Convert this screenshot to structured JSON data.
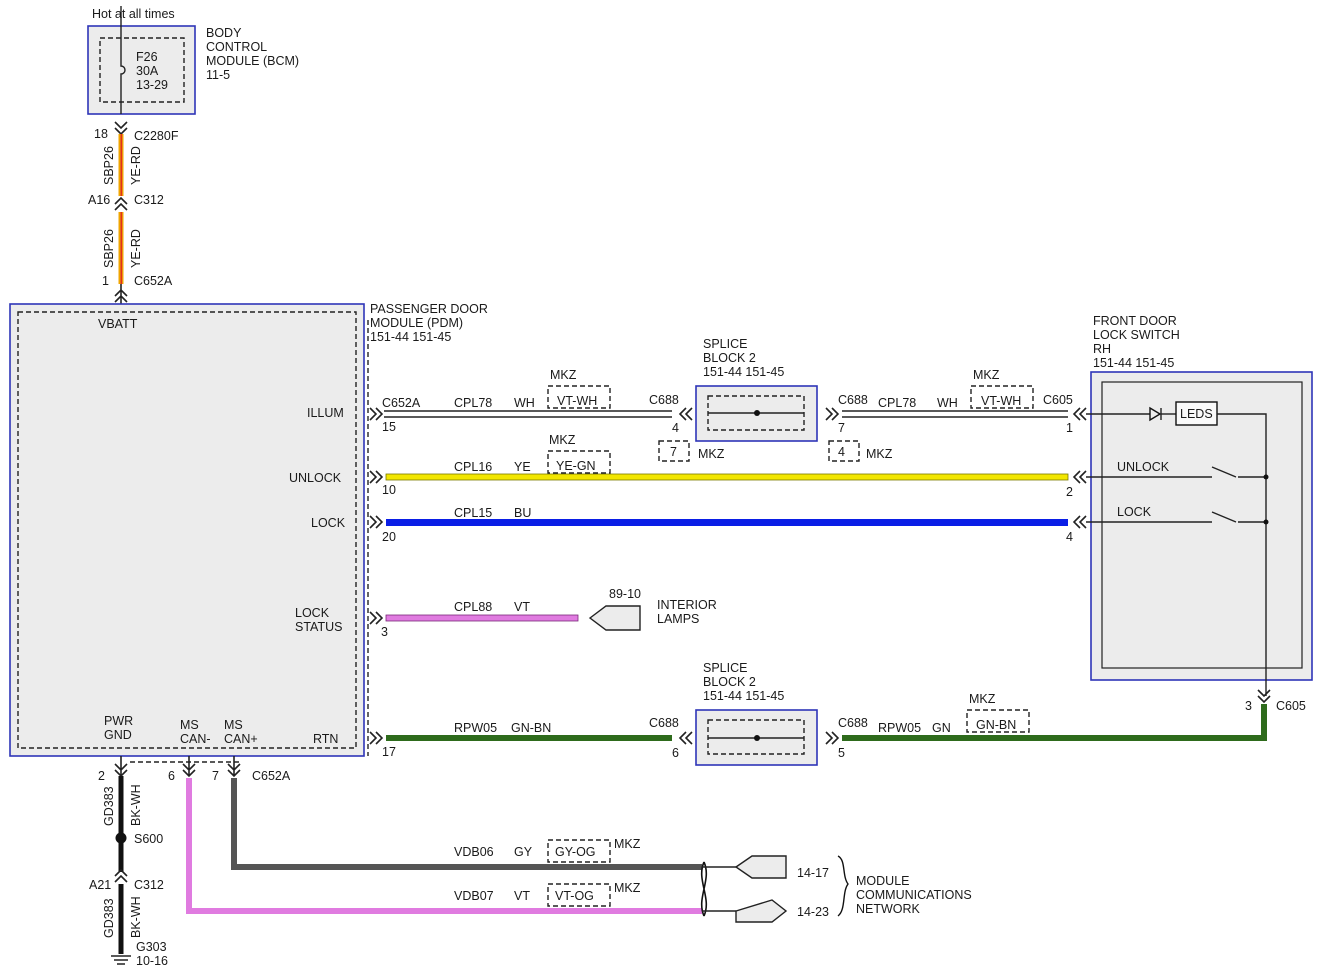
{
  "colors": {
    "module_border": "#2e35b8",
    "wire_yellow": "#f2e600",
    "wire_blue": "#0a1ee6",
    "wire_violet": "#e07be0",
    "wire_green": "#2e6b1c",
    "wire_gray": "#555555",
    "wire_black": "#111111",
    "wire_ye_rd_stripe": "#e0301e"
  },
  "bcm": {
    "supply": "Hot at all times",
    "fuse": [
      "F26",
      "30A",
      "13-29"
    ],
    "title": [
      "BODY",
      "CONTROL",
      "MODULE (BCM)",
      "11-5"
    ]
  },
  "power_feed": {
    "pin_top": "18",
    "conn_top": "C2280F",
    "seg1_circuit": "SBP26",
    "seg1_color": "YE-RD",
    "pin_mid": "A16",
    "conn_mid": "C312",
    "seg2_circuit": "SBP26",
    "seg2_color": "YE-RD",
    "pin_bot": "1",
    "conn_bot": "C652A"
  },
  "pdm": {
    "title": [
      "PASSENGER DOOR",
      "MODULE (PDM)",
      "151-44  151-45"
    ],
    "vbatt": "VBATT",
    "illum": "ILLUM",
    "unlock": "UNLOCK",
    "lock": "LOCK",
    "lock_status": [
      "LOCK",
      "STATUS"
    ],
    "pwr_gnd": [
      "PWR",
      "GND"
    ],
    "ms_can_minus": [
      "MS",
      "CAN-"
    ],
    "ms_can_plus": [
      "MS",
      "CAN+"
    ],
    "rtn": "RTN"
  },
  "illum_circuit": {
    "conn": "C652A",
    "pin": "15",
    "circuit": "CPL78",
    "color": "WH",
    "mkz": "MKZ",
    "mkz_color": "VT-WH",
    "c688_left": "C688",
    "pin4": "4",
    "c688_right": "C688",
    "circuit2": "CPL78",
    "color2": "WH",
    "mkz2": "MKZ",
    "mkz2_color": "VT-WH",
    "c605": "C605",
    "pin1": "1",
    "pin7": "7",
    "box7": "7",
    "box7_label": "MKZ",
    "box4": "4",
    "box4_label": "MKZ"
  },
  "splice_block_top": [
    "SPLICE",
    "BLOCK 2",
    "151-44  151-45"
  ],
  "unlock_circuit": {
    "circuit": "CPL16",
    "color": "YE",
    "mkz": "MKZ",
    "mkz_color": "YE-GN",
    "pin_left": "10",
    "pin_right": "2"
  },
  "lock_circuit": {
    "circuit": "CPL15",
    "color": "BU",
    "pin_left": "20",
    "pin_right": "4"
  },
  "lock_status_circuit": {
    "circuit": "CPL88",
    "color": "VT",
    "pin": "3",
    "ref": "89-10",
    "dest": [
      "INTERIOR",
      "LAMPS"
    ]
  },
  "rtn_circuit": {
    "circuit": "RPW05",
    "color": "GN-BN",
    "pin_left": "17",
    "c688_left": "C688",
    "pin6": "6",
    "c688_right": "C688",
    "pin5": "5",
    "circuit2": "RPW05",
    "color2": "GN",
    "mkz": "MKZ",
    "mkz_color": "GN-BN",
    "pin3": "3",
    "c605": "C605"
  },
  "splice_block_bottom": [
    "SPLICE",
    "BLOCK 2",
    "151-44  151-45"
  ],
  "switch": {
    "title": [
      "FRONT DOOR",
      "LOCK SWITCH",
      "RH",
      "151-44  151-45"
    ],
    "leds": "LEDS",
    "unlock": "UNLOCK",
    "lock": "LOCK"
  },
  "ground": {
    "pin2": "2",
    "circuit1": "GD383",
    "color1": "BK-WH",
    "splice": "S600",
    "pin_a21": "A21",
    "conn": "C312",
    "circuit2": "GD383",
    "color2": "BK-WH",
    "ground_id": "G303",
    "ground_ref": "10-16"
  },
  "can": {
    "pin6": "6",
    "pin7": "7",
    "conn": "C652A",
    "gy_circuit": "VDB06",
    "gy_color": "GY",
    "gy_mkz_color": "GY-OG",
    "gy_mkz": "MKZ",
    "vt_circuit": "VDB07",
    "vt_color": "VT",
    "vt_mkz_color": "VT-OG",
    "vt_mkz": "MKZ",
    "ref1": "14-17",
    "ref2": "14-23",
    "dest": [
      "MODULE",
      "COMMUNICATIONS",
      "NETWORK"
    ]
  }
}
